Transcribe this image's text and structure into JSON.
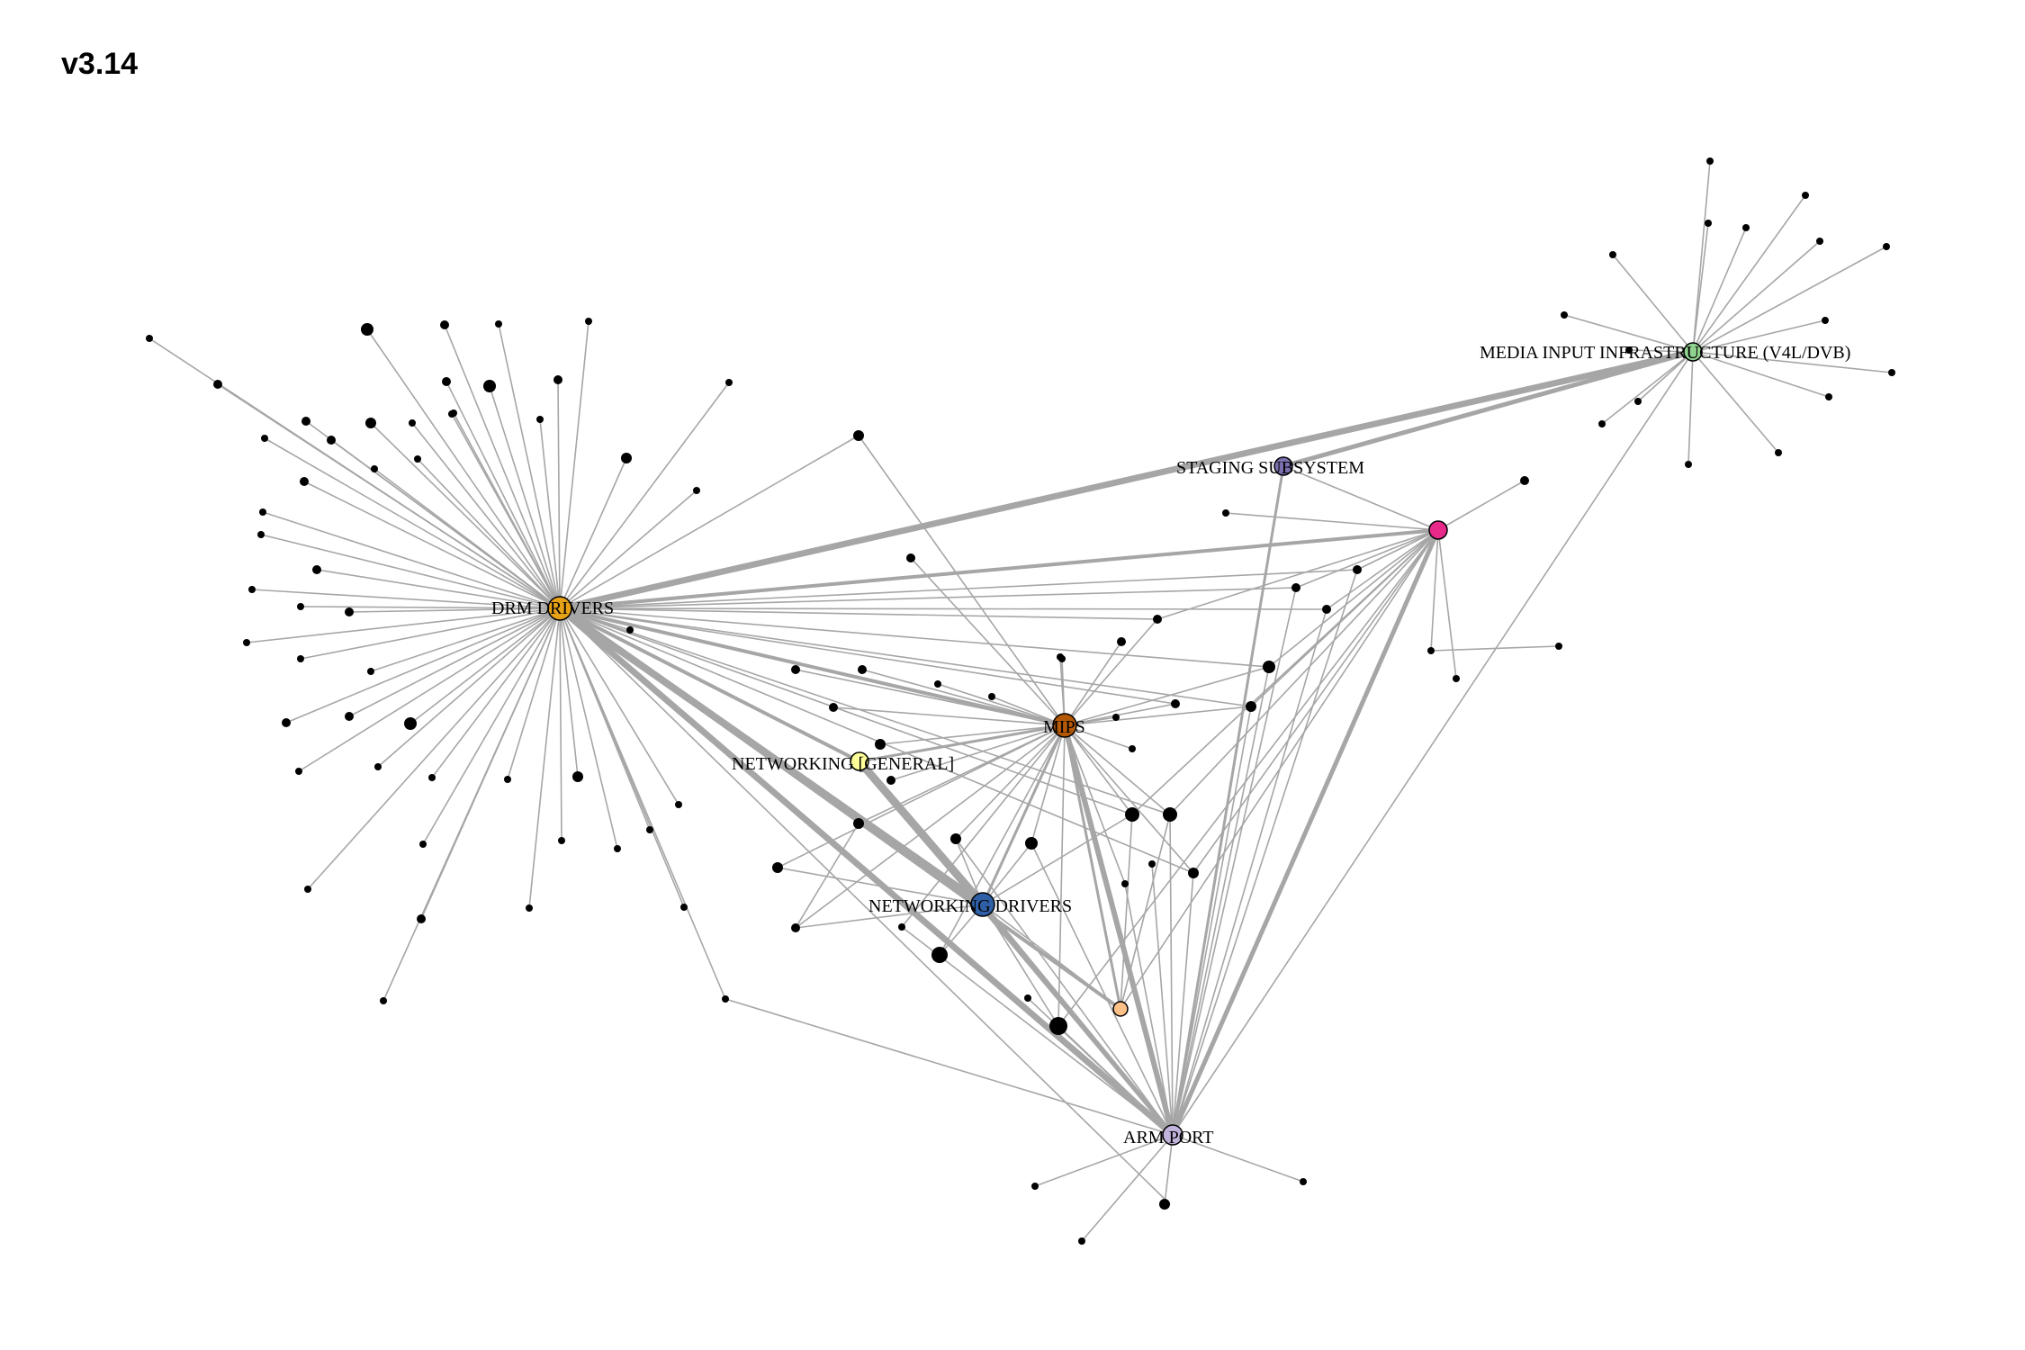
{
  "title": "v3.14",
  "colors": {
    "edge": "#a6a6a6",
    "leaf": "#000000",
    "drm": "#e6a117",
    "media": "#8fd18f",
    "staging": "#7b6fb0",
    "mips": "#b35806",
    "net_general": "#ffff99",
    "net_drivers": "#2f5fa6",
    "arm": "#c2b3dc",
    "pink": "#e7298a",
    "peach": "#fdc086"
  },
  "hubs": [
    {
      "id": "drm",
      "label": "DRM DRIVERS",
      "color": "drm"
    },
    {
      "id": "media",
      "label": "MEDIA INPUT INFRASTRUCTURE (V4L/DVB)",
      "color": "media"
    },
    {
      "id": "staging",
      "label": "STAGING SUBSYSTEM",
      "color": "staging"
    },
    {
      "id": "mips",
      "label": "MIPS",
      "color": "mips"
    },
    {
      "id": "netgen",
      "label": "NETWORKING [GENERAL]",
      "color": "net_general"
    },
    {
      "id": "netdrv",
      "label": "NETWORKING DRIVERS",
      "color": "net_drivers"
    },
    {
      "id": "arm",
      "label": "ARM PORT",
      "color": "arm"
    },
    {
      "id": "pink",
      "label": "",
      "color": "pink"
    },
    {
      "id": "peach",
      "label": "",
      "color": "peach"
    }
  ]
}
